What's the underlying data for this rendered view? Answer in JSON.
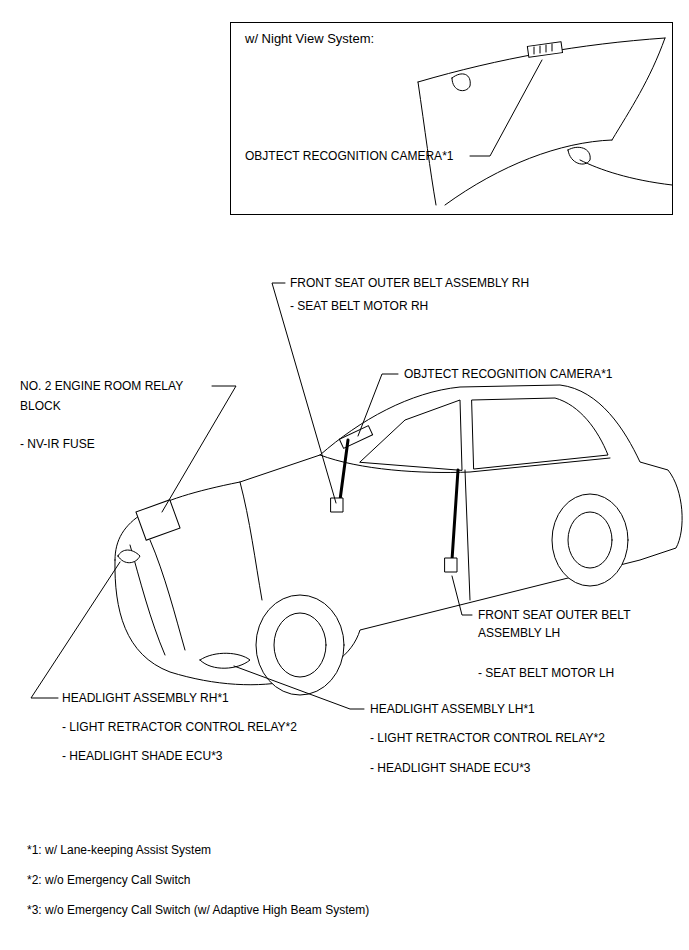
{
  "diagram": {
    "nodes": [
      {
        "text": [
          "w/ Night View System:",
          "OBJTECT RECOGNITION CAMERA*1"
        ]
      }
    ],
    "labels": [
      "FRONT SEAT OUTER BELT ASSEMBLY RH",
      "- SEAT BELT MOTOR RH",
      "OBJTECT RECOGNITION CAMERA*1",
      "NO. 2 ENGINE ROOM RELAY BLOCK",
      "- NV-IR FUSE",
      "FRONT SEAT OUTER BELT ASSEMBLY LH",
      "- SEAT BELT MOTOR LH",
      "HEADLIGHT ASSEMBLY RH*1",
      "- LIGHT RETRACTOR CONTROL RELAY*2",
      "- HEADLIGHT SHADE ECU*3",
      "HEADLIGHT ASSEMBLY LH*1",
      "- LIGHT RETRACTOR CONTROL RELAY*2",
      "- HEADLIGHT SHADE ECU*3",
      "*1: w/ Lane-keeping Assist System",
      "*2: w/o Emergency Call Switch",
      "*3: w/o Emergency Call Switch (w/ Adaptive High Beam System)"
    ]
  }
}
